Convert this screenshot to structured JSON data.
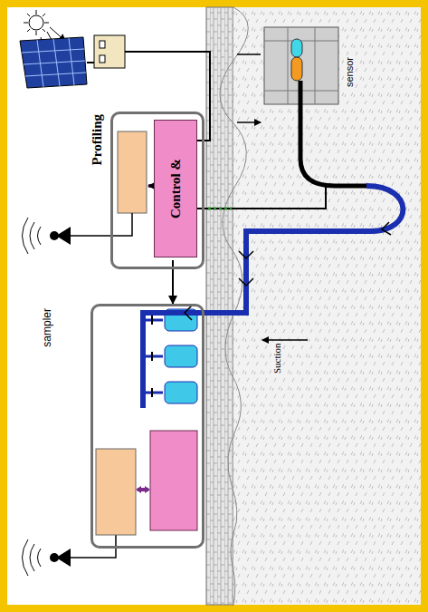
{
  "diagram": {
    "nodes": [
      {
        "text": [
          "Profiling"
        ]
      },
      {
        "text": [
          "Control &"
        ],
        "in": 0
      },
      {
        "text": [
          "sampler"
        ]
      }
    ],
    "edges": [
      {
        "from": 1,
        "to": 2,
        "arrow": "to"
      }
    ],
    "labels": [
      "Suction",
      "sensor"
    ]
  }
}
